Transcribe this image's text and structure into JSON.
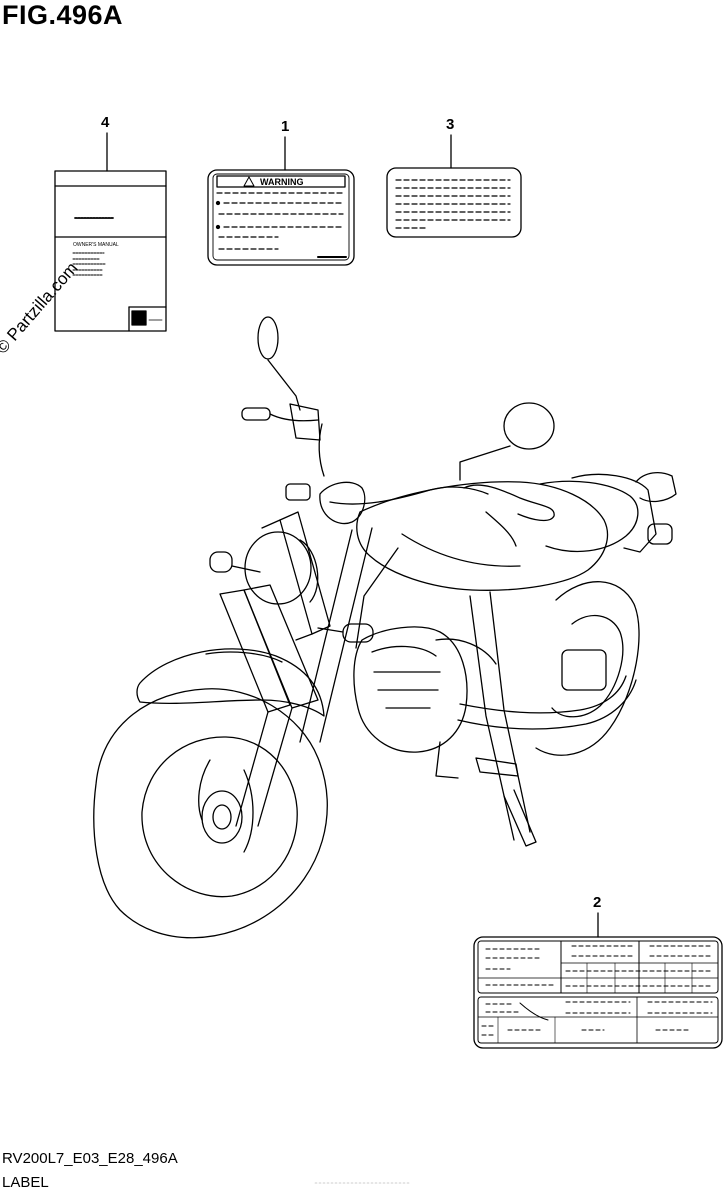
{
  "figure": {
    "title": "FIG.496A",
    "code": "RV200L7_E03_E28_496A",
    "section": "LABEL"
  },
  "watermark": "© Partzilla.com",
  "callouts": [
    "4",
    "1",
    "3",
    "2"
  ],
  "labels": {
    "warning": {
      "header": "WARNING",
      "icon": "warning-triangle-icon"
    },
    "manual": {
      "title": "OWNER'S MANUAL",
      "icon": "manufacturer-logo-icon"
    }
  }
}
